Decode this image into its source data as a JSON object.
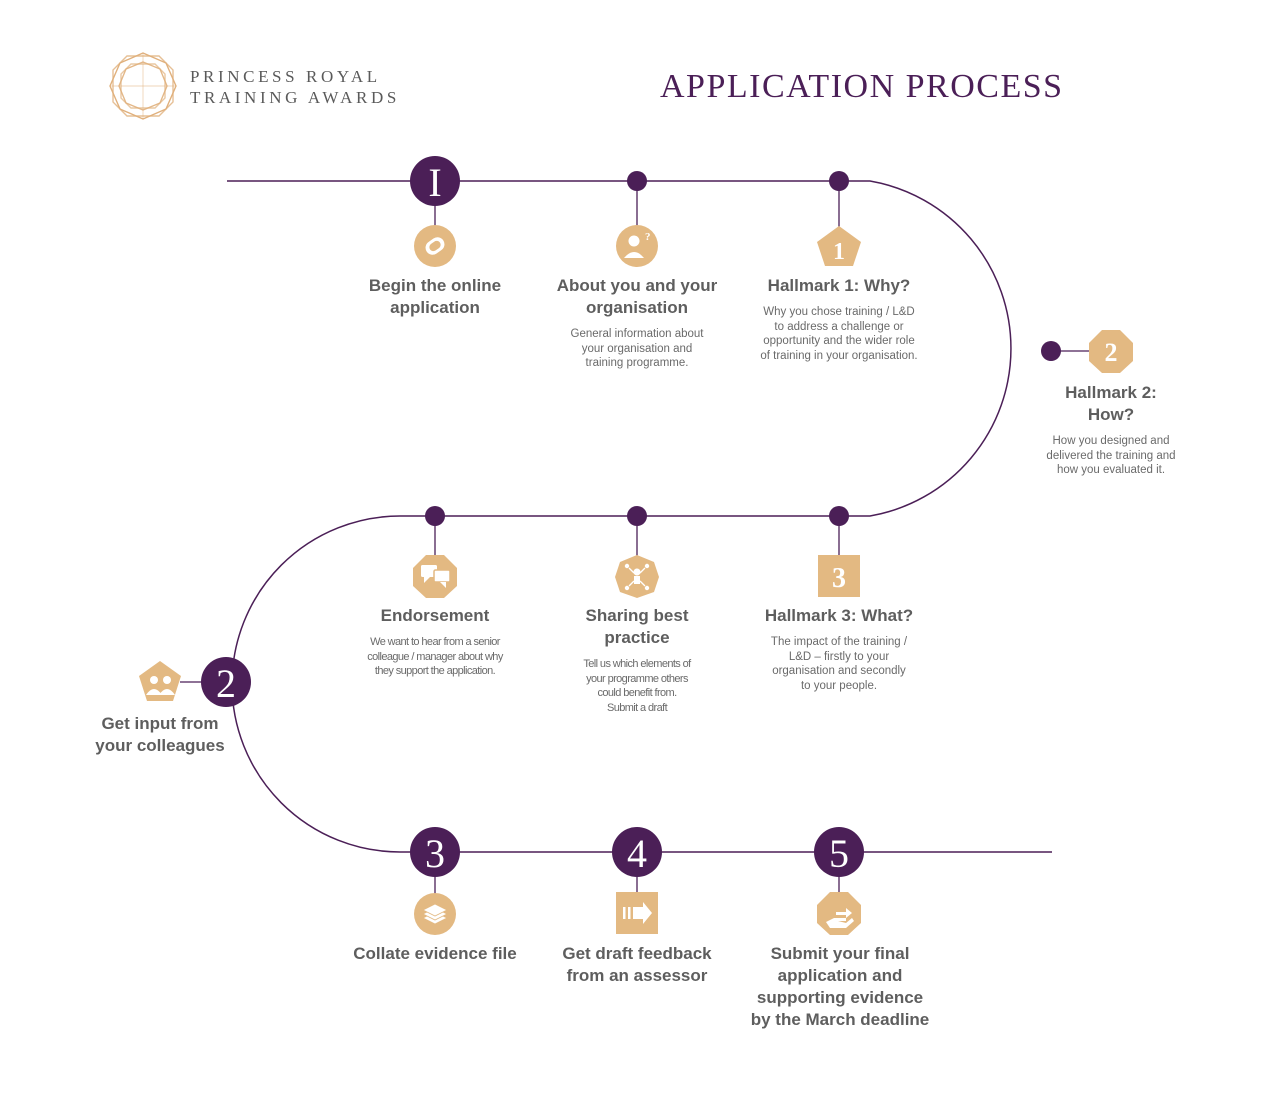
{
  "header": {
    "logo_line1": "PRINCESS ROYAL",
    "logo_line2": "TRAINING AWARDS",
    "title": "APPLICATION PROCESS"
  },
  "colors": {
    "purple": "#4b1f57",
    "gold": "#e3b982",
    "text": "#5e5e5e"
  },
  "markers": {
    "m1": "I",
    "m2": "2",
    "m3": "3",
    "m4": "4",
    "m5": "5"
  },
  "badges": {
    "hallmark1": "1",
    "hallmark2": "2",
    "hallmark3": "3"
  },
  "steps": {
    "begin": {
      "title": "Begin the online application",
      "icon": "mouse-icon"
    },
    "about": {
      "title": "About you and your organisation",
      "desc": "General information about your organisation and training programme.",
      "icon": "person-question-icon"
    },
    "hallmark1": {
      "title": "Hallmark 1: Why?",
      "desc": "Why you chose training / L&D to address a challenge or opportunity and the wider role of training in your organisation.",
      "icon": "number-1-icon"
    },
    "hallmark2": {
      "title": "Hallmark 2: How?",
      "desc": "How you designed and delivered the training and how you evaluated it.",
      "icon": "number-2-icon"
    },
    "hallmark3": {
      "title": "Hallmark 3: What?",
      "desc": "The impact of the training / L&D – firstly to your organisation and secondly to your people.",
      "icon": "number-3-icon"
    },
    "sharing": {
      "title": "Sharing best practice",
      "desc": "Tell us which elements of your programme others could benefit from. Submit a draft",
      "icon": "network-icon"
    },
    "endorse": {
      "title": "Endorsement",
      "desc": "We want to hear from a senior colleague / manager about why they support the application.",
      "icon": "speech-bubbles-icon"
    },
    "colleagues": {
      "title": "Get input from your colleagues",
      "icon": "people-icon"
    },
    "collate": {
      "title": "Collate evidence file",
      "icon": "stack-icon"
    },
    "feedback": {
      "title": "Get draft feedback from an assessor",
      "icon": "arrow-icon"
    },
    "submit": {
      "title": "Submit your final application and supporting evidence by the March deadline",
      "icon": "hand-give-icon"
    }
  }
}
